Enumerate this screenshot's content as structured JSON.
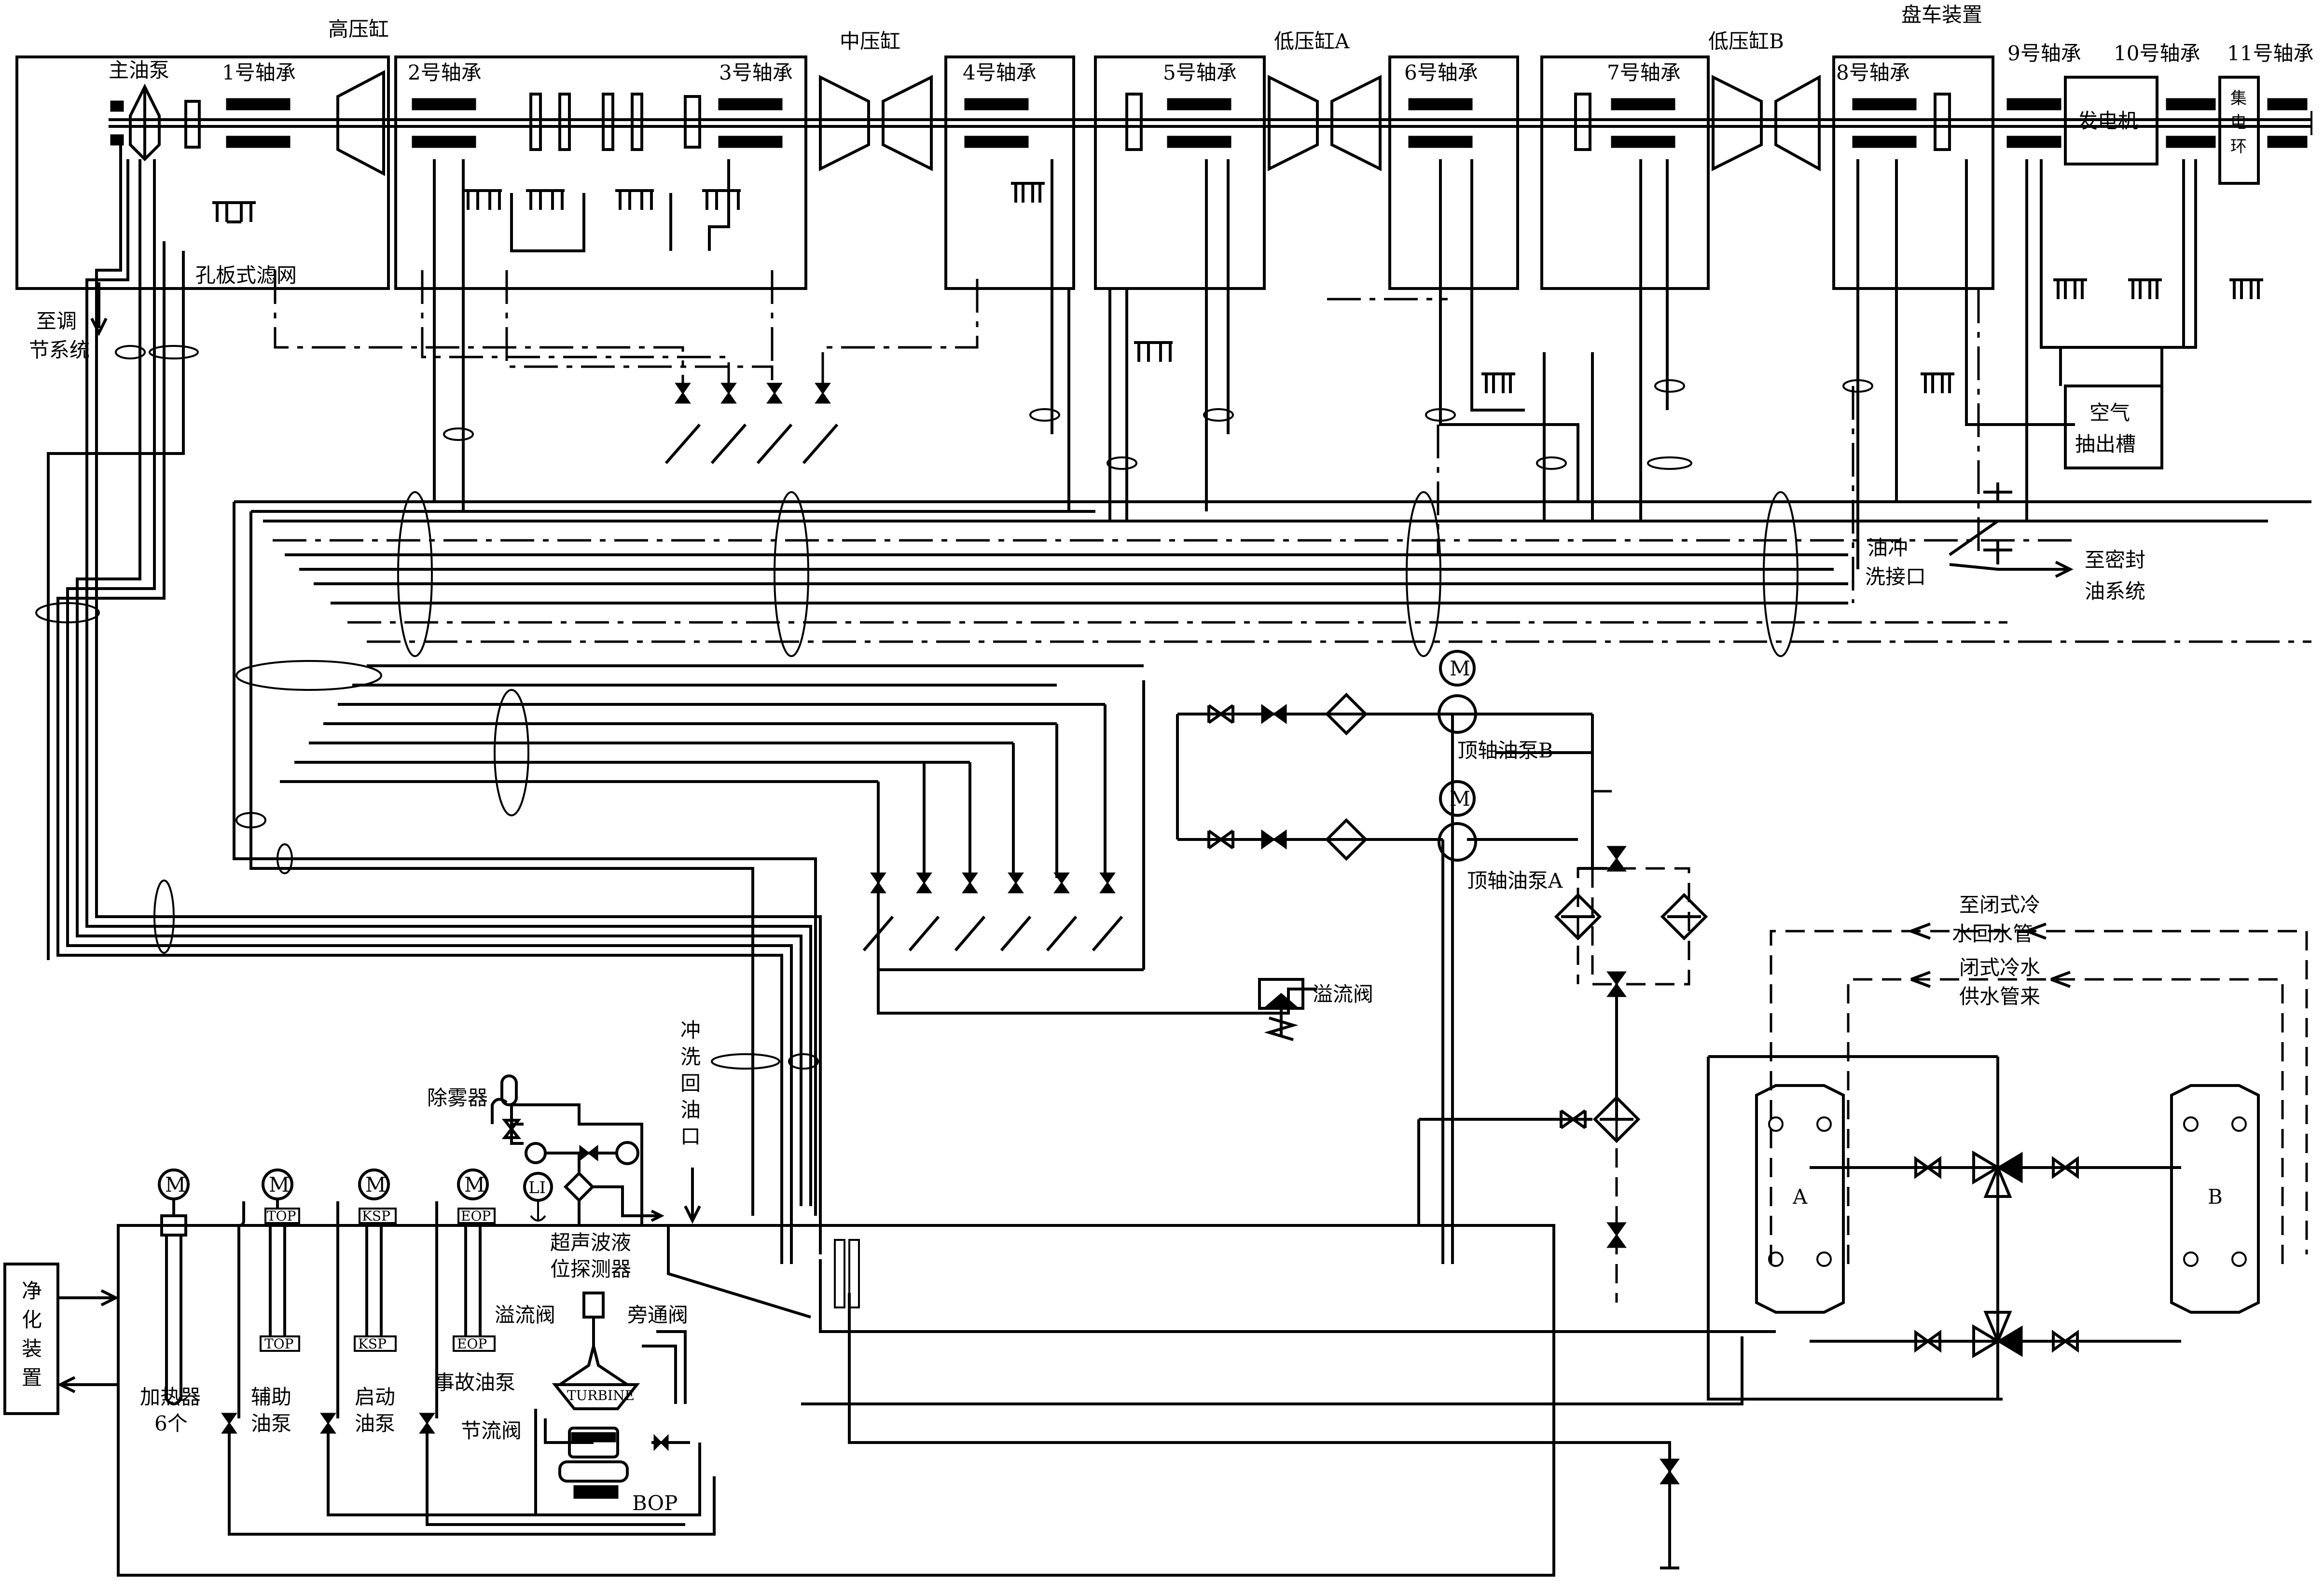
{
  "title_area": {
    "main_pump": "主油泵",
    "hp_cylinder": "高压缸",
    "ip_cylinder": "中压缸",
    "lp_cylinder_a": "低压缸A",
    "lp_cylinder_b": "低压缸B",
    "turning_gear": "盘车装置",
    "generator": "发电机",
    "collector_ring": [
      "集",
      "电",
      "环"
    ]
  },
  "bearings": [
    "1号轴承",
    "2号轴承",
    "3号轴承",
    "4号轴承",
    "5号轴承",
    "6号轴承",
    "7号轴承",
    "8号轴承",
    "9号轴承",
    "10号轴承",
    "11号轴承"
  ],
  "labels": {
    "orifice_filter": "孔板式滤网",
    "to_control_1": "至调",
    "to_control_2": "节系统",
    "air_extraction_1": "空气",
    "air_extraction_2": "抽出槽",
    "oil_flush_1": "油冲",
    "oil_flush_2": "洗接口",
    "to_seal_oil_1": "至密封",
    "to_seal_oil_2": "油系统",
    "jacking_pump_b": "顶轴油泵B",
    "jacking_pump_a": "顶轴油泵A",
    "overflow_valve": "溢流阀",
    "to_closed_cool_return_1": "至闭式冷",
    "to_closed_cool_return_2": "水回水管",
    "closed_cool_supply_1": "闭式冷水",
    "closed_cool_supply_2": "供水管来",
    "cooler_a": "A",
    "cooler_b": "B",
    "demister": "除雾器",
    "flush_return": [
      "冲",
      "洗",
      "回",
      "油",
      "口"
    ],
    "level_gauge_1": "超声波液",
    "level_gauge_2": "位探测器",
    "tank_overflow_valve": "溢流阀",
    "bypass_valve": "旁通阀",
    "throttle_valve": "节流阀",
    "turbine": "TURBINE",
    "bop": "BOP",
    "heater_1": "加热器",
    "heater_2": "6个",
    "aux_pump_1": "辅助",
    "aux_pump_2": "油泵",
    "start_pump_1": "启动",
    "start_pump_2": "油泵",
    "emergency_pump": "事故油泵",
    "purifier": [
      "净",
      "化",
      "装",
      "置"
    ],
    "top": "TOP",
    "ksp": "KSP",
    "eop": "EOP",
    "li": "LI",
    "motor": "M"
  }
}
